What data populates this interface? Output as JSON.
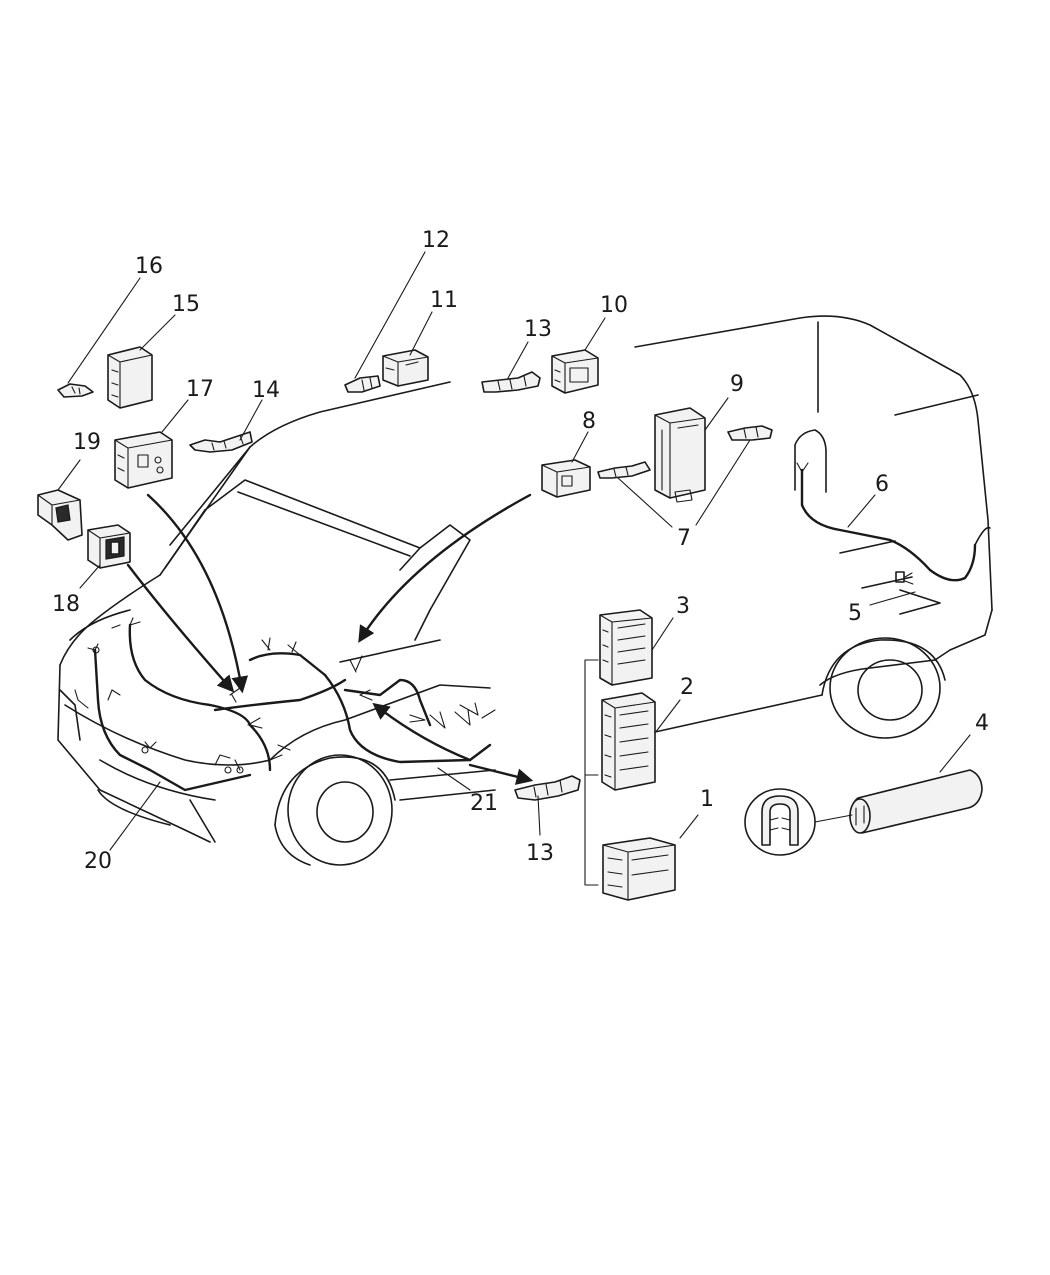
{
  "callouts": [
    {
      "num": "1"
    },
    {
      "num": "2"
    },
    {
      "num": "3"
    },
    {
      "num": "4"
    },
    {
      "num": "5"
    },
    {
      "num": "6"
    },
    {
      "num": "7"
    },
    {
      "num": "8"
    },
    {
      "num": "9"
    },
    {
      "num": "10"
    },
    {
      "num": "11"
    },
    {
      "num": "12"
    },
    {
      "num": "13"
    },
    {
      "num": "13"
    },
    {
      "num": "14"
    },
    {
      "num": "15"
    },
    {
      "num": "16"
    },
    {
      "num": "17"
    },
    {
      "num": "18"
    },
    {
      "num": "19"
    },
    {
      "num": "20"
    },
    {
      "num": "21"
    }
  ]
}
